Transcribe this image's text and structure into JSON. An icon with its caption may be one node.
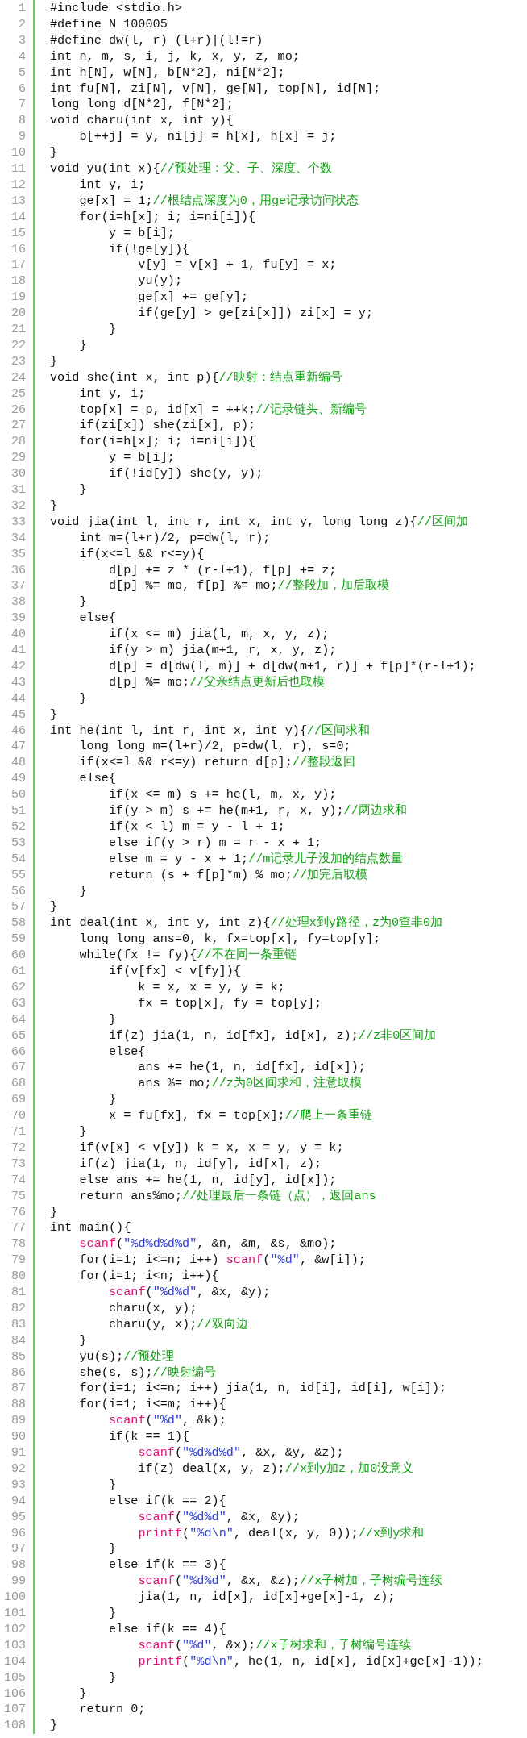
{
  "diagram": {
    "labels": [
      "1",
      "#include <stdio.h>",
      "2",
      "#define N 100005",
      "3",
      "#define dw(l, r) (l+r)|(l!=r)",
      "4",
      "int n, m, s, i, j, k, x, y, z, mo;",
      "5",
      "int h[N], w[N], b[N*2], ni[N*2];",
      "6",
      "int fu[N], zi[N], v[N], ge[N], top[N], id[N];",
      "7",
      "long long d[N*2], f[N*2];",
      "8",
      "void charu(int x, int y){",
      "9",
      "    b[++j] = y, ni[j] = h[x], h[x] = j;",
      "10",
      "}",
      "11",
      "void yu(int x){//预处理：父、子、深度、个数",
      "12",
      "    int y, i;",
      "13",
      "    ge[x] = 1;//根结点深度为0，用ge记录访问状态",
      "14",
      "    for(i=h[x]; i; i=ni[i]){",
      "15",
      "        y = b[i];",
      "16",
      "        if(!ge[y]){",
      "17",
      "            v[y] = v[x] + 1, fu[y] = x;",
      "18",
      "            yu(y);",
      "19",
      "            ge[x] += ge[y];",
      "20",
      "            if(ge[y] > ge[zi[x]]) zi[x] = y;",
      "21",
      "        }",
      "22",
      "    }",
      "23",
      "}",
      "24",
      "void she(int x, int p){//映射：结点重新编号",
      "25",
      "    int y, i;",
      "26",
      "    top[x] = p, id[x] = ++k;//记录链头、新编号",
      "27",
      "    if(zi[x]) she(zi[x], p);",
      "28",
      "    for(i=h[x]; i; i=ni[i]){",
      "29",
      "        y = b[i];",
      "30",
      "        if(!id[y]) she(y, y);",
      "31",
      "    }",
      "32",
      "}",
      "33",
      "void jia(int l, int r, int x, int y, long long z){//区间加",
      "34",
      "    int m=(l+r)/2, p=dw(l, r);",
      "35",
      "    if(x<=l && r<=y){",
      "36",
      "        d[p] += z * (r-l+1), f[p] += z;",
      "37",
      "        d[p] %= mo, f[p] %= mo;//整段加，加后取模",
      "38",
      "    }",
      "39",
      "    else{",
      "40",
      "        if(x <= m) jia(l, m, x, y, z);",
      "41",
      "        if(y > m) jia(m+1, r, x, y, z);",
      "42",
      "        d[p] = d[dw(l, m)] + d[dw(m+1, r)] + f[p]*(r-l+1);",
      "43",
      "        d[p] %= mo;//父亲结点更新后也取模",
      "44",
      "    }",
      "45",
      "}",
      "46",
      "int he(int l, int r, int x, int y){//区间求和",
      "47",
      "    long long m=(l+r)/2, p=dw(l, r), s=0;",
      "48",
      "    if(x<=l && r<=y) return d[p];//整段返回",
      "49",
      "    else{",
      "50",
      "        if(x <= m) s += he(l, m, x, y);",
      "51",
      "        if(y > m) s += he(m+1, r, x, y);//两边求和",
      "52",
      "        if(x < l) m = y - l + 1;",
      "53",
      "        else if(y > r) m = r - x + 1;",
      "54",
      "        else m = y - x + 1;//m记录儿子没加的结点数量",
      "55",
      "        return (s + f[p]*m) % mo;//加完后取模",
      "56",
      "    }",
      "57",
      "}",
      "58",
      "int deal(int x, int y, int z){//处理x到y路径，z为0查非0加",
      "59",
      "    long long ans=0, k, fx=top[x], fy=top[y];",
      "60",
      "    while(fx != fy){//不在同一条重链",
      "61",
      "        if(v[fx] < v[fy]){",
      "62",
      "            k = x, x = y, y = k;",
      "63",
      "            fx = top[x], fy = top[y];",
      "64",
      "        }",
      "65",
      "        if(z) jia(1, n, id[fx], id[x], z);//z非0区间加",
      "66",
      "        else{",
      "67",
      "            ans += he(1, n, id[fx], id[x]);",
      "68",
      "            ans %= mo;//z为0区间求和，注意取模",
      "69",
      "        }",
      "70",
      "        x = fu[fx], fx = top[x];//爬上一条重链",
      "71",
      "    }",
      "72",
      "    if(v[x] < v[y]) k = x, x = y, y = k;",
      "73",
      "    if(z) jia(1, n, id[y], id[x], z);",
      "74",
      "    else ans += he(1, n, id[y], id[x]);",
      "75",
      "    return ans%mo;//处理最后一条链（点），返回ans",
      "76",
      "}",
      "77",
      "int main(){",
      "78",
      "    scanf(\"%d%d%d%d\", &n, &m, &s, &mo);",
      "79",
      "    for(i=1; i<=n; i++) scanf(\"%d\", &w[i]);",
      "80",
      "    for(i=1; i<n; i++){",
      "81",
      "        scanf(\"%d%d\", &x, &y);",
      "82",
      "        charu(x, y);",
      "83",
      "        charu(y, x);//双向边",
      "84",
      "    }",
      "85",
      "    yu(s);//预处理",
      "86",
      "    she(s, s);//映射编号",
      "87",
      "    for(i=1; i<=n; i++) jia(1, n, id[i], id[i], w[i]);",
      "88",
      "    for(i=1; i<=m; i++){",
      "89",
      "        scanf(\"%d\", &k);",
      "90",
      "        if(k == 1){",
      "91",
      "            scanf(\"%d%d%d\", &x, &y, &z);",
      "92",
      "            if(z) deal(x, y, z);//x到y加z，加0没意义",
      "93",
      "        }",
      "94",
      "        else if(k == 2){",
      "95",
      "            scanf(\"%d%d\", &x, &y);",
      "96",
      "            printf(\"%d\\n\", deal(x, y, 0));//x到y求和",
      "97",
      "        }",
      "98",
      "        else if(k == 3){",
      "99",
      "            scanf(\"%d%d\", &x, &z);//x子树加，子树编号连续",
      "100",
      "            jia(1, n, id[x], id[x]+ge[x]-1, z);",
      "101",
      "        }",
      "102",
      "        else if(k == 4){",
      "103",
      "            scanf(\"%d\", &x);//x子树求和，子树编号连续",
      "104",
      "            printf(\"%d\\n\", he(1, n, id[x], id[x]+ge[x]-1));",
      "105",
      "        }",
      "106",
      "    }",
      "107",
      "    return 0;",
      "108",
      "}"
    ]
  }
}
